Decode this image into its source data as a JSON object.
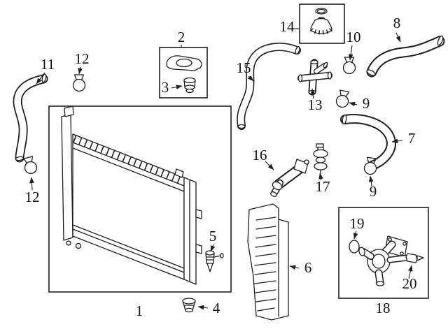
{
  "diagram": {
    "callouts": {
      "p1": "1",
      "p2": "2",
      "p3": "3",
      "p4": "4",
      "p5": "5",
      "p6": "6",
      "p7": "7",
      "p8": "8",
      "p9a": "9",
      "p9b": "9",
      "p10": "10",
      "p11": "11",
      "p12a": "12",
      "p12b": "12",
      "p13": "13",
      "p14": "14",
      "p15": "15",
      "p16": "16",
      "p17": "17",
      "p18": "18",
      "p19": "19",
      "p20": "20"
    }
  }
}
